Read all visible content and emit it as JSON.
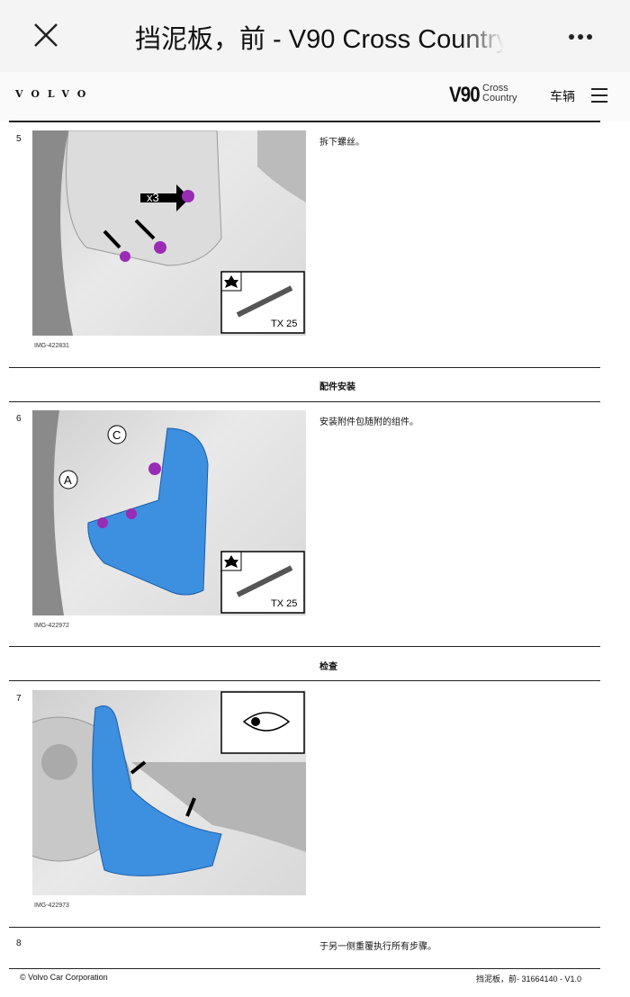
{
  "topbar": {
    "title": "挡泥板，前 - V90 Cross Country"
  },
  "header": {
    "brand": "VOLVO",
    "model": "V90",
    "model_sub_1": "Cross",
    "model_sub_2": "Country",
    "vehicle_label": "车辆"
  },
  "steps": [
    {
      "num": "5",
      "text": "拆下螺丝。",
      "image_id": "IMG-422831",
      "callout": "x3",
      "tool": "TX 25"
    },
    {
      "section": "配件安装"
    },
    {
      "num": "6",
      "text": "安装附件包随附的组件。",
      "image_id": "IMG-422972",
      "label_a": "A",
      "label_c": "C",
      "tool": "TX 25"
    },
    {
      "section": "检查"
    },
    {
      "num": "7",
      "text": "",
      "image_id": "IMG-422973"
    },
    {
      "num": "8",
      "text": "于另一侧重覆执行所有步骤。"
    }
  ],
  "footer": {
    "copyright": "© Volvo Car Corporation",
    "doc_ref": "挡泥板，前- 31664140 - V1.0"
  },
  "colors": {
    "flap_blue": "#3d8fe0",
    "screw_purple": "#9a2bb5"
  }
}
